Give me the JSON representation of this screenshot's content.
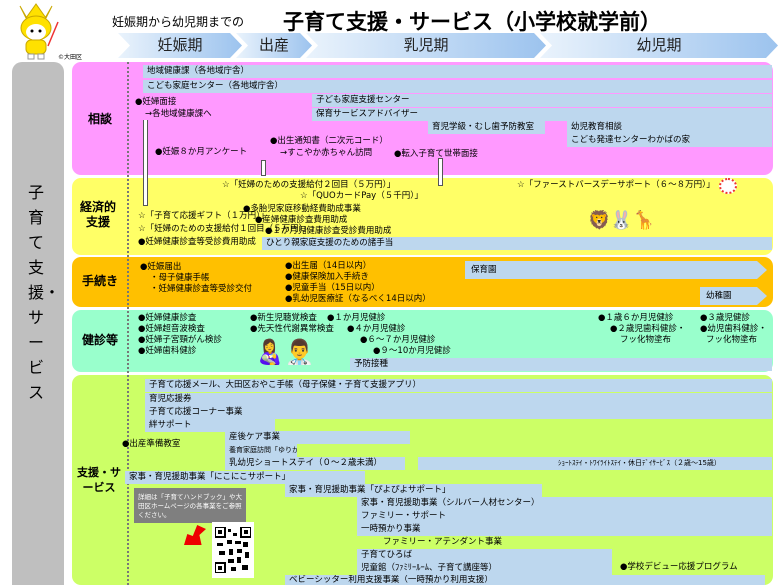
{
  "header": {
    "subtitle": "妊娠期から幼児期までの",
    "title": "子育て支援・サービス（小学校就学前）",
    "copyright": "©大田区"
  },
  "phases": [
    "妊娠期",
    "出産",
    "乳児期",
    "幼児期"
  ],
  "side_label": "子育て支援・サービス",
  "colors": {
    "consult": "#ff99ff",
    "economic": "#ffff66",
    "procedure": "#ffc000",
    "checkup": "#99ffcc",
    "support": "#ccff66",
    "bar": "#bdd7ee"
  },
  "consult": {
    "label": "相談",
    "bars": [
      "地域健康課（各地域庁舎）",
      "こども家庭センター（各地域庁舎）",
      "子ども家庭支援センター",
      "保育サービスアドバイザー",
      "育児学級・むし歯予防教室",
      "幼児教育相談",
      "こども発達センターわかばの家"
    ],
    "items": [
      "●妊婦面接",
      "→各地域健康課へ",
      "●妊娠８か月アンケート",
      "●出生通知書（二次元コード）",
      "→すこやか赤ちゃん訪問",
      "●転入子育て世帯面接"
    ]
  },
  "economic": {
    "label": "経済的支援",
    "items": [
      "☆「妊婦のための支援給付２回目（５万円）」",
      "☆「QUOカードPay（５千円）」",
      "☆「ファーストバースデーサポート（６～８万円）」",
      "●多胎児家庭移動経費助成事業",
      "☆「子育て応援ギフト（１万円）」",
      "●産婦健康診査費用助成",
      "☆「妊婦のための支援給付１回目（５万円）」",
      "●１か月児健康診査受診費用助成",
      "●妊婦健康診査等受診費用助成"
    ],
    "bars": [
      "ひとり親家庭支援のための諸手当"
    ]
  },
  "procedure": {
    "label": "手続き",
    "items": [
      "●妊娠届出",
      "・母子健康手帳",
      "・妊婦健康診査等受診交付",
      "●出生届（14日以内）",
      "●健康保険加入手続き",
      "●児童手当（15日以内）",
      "●乳幼児医療証（なるべく14日以内）"
    ],
    "arrows": [
      "保育園",
      "幼稚園"
    ]
  },
  "checkup": {
    "label": "健診等",
    "items": [
      "●妊婦健康診査",
      "●妊婦超音波検査",
      "●妊婦子宮頸がん検診",
      "●妊婦歯科健診",
      "●新生児聴覚検査",
      "●先天性代謝異常検査",
      "●１か月児健診",
      "●４か月児健診",
      "●６～７か月児健診",
      "●９～10か月児健診",
      "●１歳６か月児健診",
      "●２歳児歯科健診・",
      "フッ化物塗布",
      "●３歳児健診",
      "●幼児歯科健診・",
      "フッ化物塗布"
    ],
    "bars": [
      "予防接種"
    ]
  },
  "support": {
    "label": "支援・サービス",
    "bars": [
      "子育て応援メール、大田区おやこ手帳（母子保健・子育て支援アプリ）",
      "育児応援券",
      "子育て応援コーナー事業",
      "絆サポート",
      "産後ケア事業",
      "養育家庭訪問「ゆりかご」",
      "乳幼児ショートステイ（０～２歳未満）",
      "ｼｮｰﾄｽﾃｲ・ﾄﾜｲﾗｲﾄｽﾃｲ・休日ﾃﾞｲｻｰﾋﾞｽ（２歳～15歳）",
      "家事・育児援助事業「にこにこサポート」",
      "家事・育児援助事業「ぴよぴよサポート」",
      "家事・育児援助事業（シルバー人材センター）",
      "ファミリー・サポート",
      "一時預かり事業",
      "子育てひろば",
      "児童館（ﾌｧﾐﾘｰﾙｰﾑ、子育て講座等）",
      "ベビーシッター利用支援事業（一時預かり利用支援）"
    ],
    "items": [
      "●出産準備教室",
      "ファミリー・アテンダント事業",
      "●学校デビュー応援プログラム"
    ],
    "note": "詳細は「子育てハンドブック」や大田区ホームページの各事業をご参照ください。"
  }
}
